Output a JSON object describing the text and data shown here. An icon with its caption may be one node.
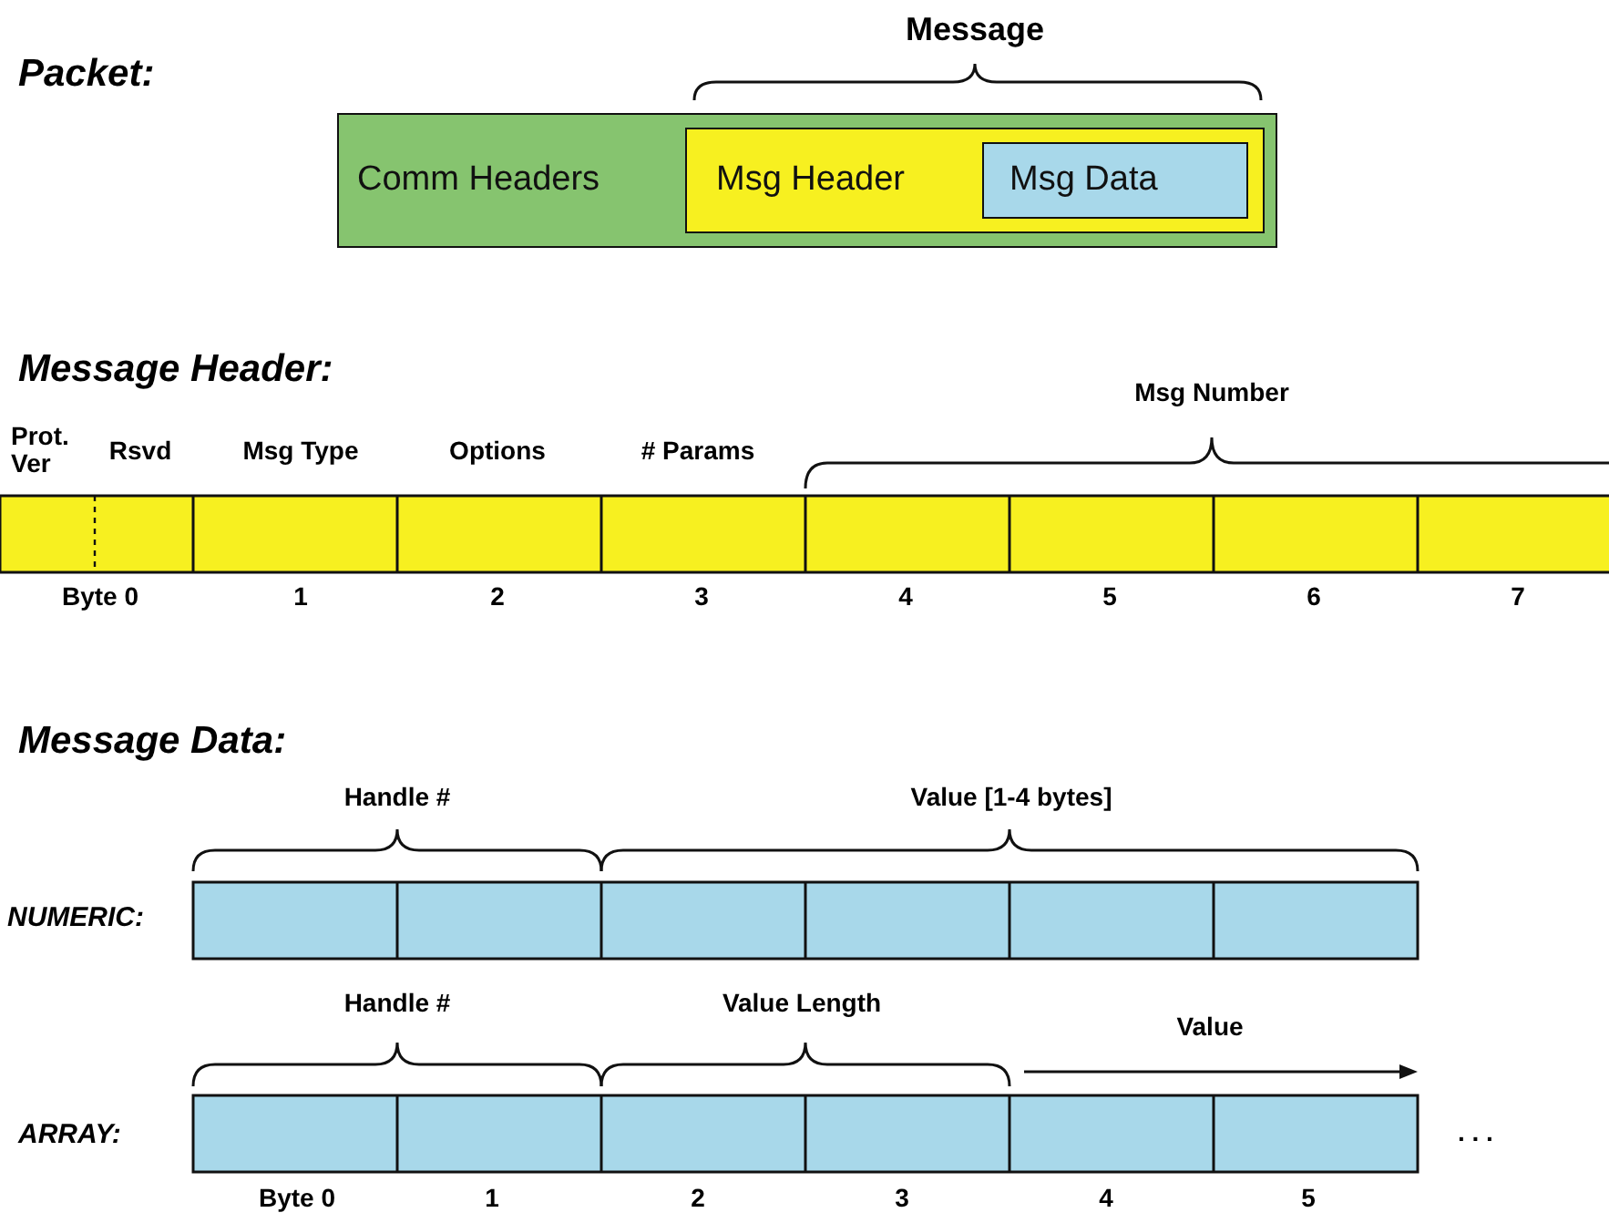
{
  "diagram": {
    "nodes": [
      {
        "text": [
          "Comm Headers"
        ]
      },
      {
        "text": [
          "Msg Header"
        ],
        "in": 0
      },
      {
        "text": [
          "Msg Data"
        ],
        "in": 1
      }
    ],
    "labels": [
      "Packet:",
      "Message",
      "Message Header:",
      "Prot. Ver",
      "Rsvd",
      "Msg Type",
      "Options",
      "# Params",
      "Msg Number",
      "Byte 0",
      "1",
      "2",
      "3",
      "4",
      "5",
      "6",
      "7",
      "Message Data:",
      "Handle #",
      "Value [1-4 bytes]",
      "NUMERIC:",
      "Handle #",
      "Value Length",
      "Value",
      "ARRAY:",
      ". . .",
      "Byte 0",
      "1",
      "2",
      "3",
      "4",
      "5"
    ]
  }
}
